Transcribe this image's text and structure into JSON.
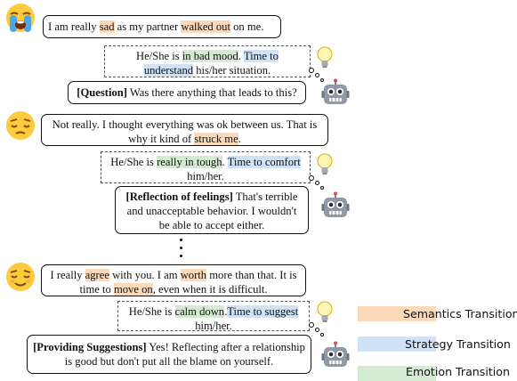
{
  "turns": {
    "u1": {
      "parts": [
        {
          "t": "I am really ",
          "h": ""
        },
        {
          "t": "sad",
          "h": "sem"
        },
        {
          "t": " as my partner ",
          "h": ""
        },
        {
          "t": "walked out",
          "h": "sem"
        },
        {
          "t": " on me.",
          "h": ""
        }
      ]
    },
    "th1": {
      "parts": [
        {
          "t": "He/She is ",
          "h": ""
        },
        {
          "t": "in bad mood",
          "h": "emo"
        },
        {
          "t": ". ",
          "h": ""
        },
        {
          "t": "Time to understand",
          "h": "str"
        },
        {
          "t": " his/her situation.",
          "h": ""
        }
      ]
    },
    "b1": {
      "strategy": "[Question]",
      "parts": [
        {
          "t": " Was there anything that leads to this?",
          "h": ""
        }
      ]
    },
    "u2": {
      "parts": [
        {
          "t": "Not really. I thought everything was ok between us. That is why it kind of ",
          "h": ""
        },
        {
          "t": "struck me",
          "h": "sem"
        },
        {
          "t": ".",
          "h": ""
        }
      ]
    },
    "th2": {
      "parts": [
        {
          "t": "He/She is ",
          "h": ""
        },
        {
          "t": "really in tough",
          "h": "emo"
        },
        {
          "t": ". ",
          "h": ""
        },
        {
          "t": "Time to comfort",
          "h": "str"
        },
        {
          "t": " him/her.",
          "h": ""
        }
      ]
    },
    "b2": {
      "strategy": "[Reflection of feelings]",
      "parts": [
        {
          "t": " That's terrible and unacceptable behavior. I wouldn't be able to accept either.",
          "h": ""
        }
      ]
    },
    "u3": {
      "parts": [
        {
          "t": "I really ",
          "h": ""
        },
        {
          "t": "agree",
          "h": "sem"
        },
        {
          "t": " with you. I am ",
          "h": ""
        },
        {
          "t": "worth",
          "h": "sem"
        },
        {
          "t": " more than that. It is time to ",
          "h": ""
        },
        {
          "t": "move on",
          "h": "sem"
        },
        {
          "t": ", even when it is difficult.",
          "h": ""
        }
      ]
    },
    "th3": {
      "parts": [
        {
          "t": "He/She is ",
          "h": ""
        },
        {
          "t": "calm down",
          "h": "emo"
        },
        {
          "t": ".",
          "h": ""
        },
        {
          "t": "Time to suggest",
          "h": "str"
        },
        {
          "t": " him/her.",
          "h": ""
        }
      ]
    },
    "b3": {
      "strategy": "[Providing Suggestions]",
      "parts": [
        {
          "t": " Yes! Reflecting after a relationship is good but don't put all the blame on yourself.",
          "h": ""
        }
      ]
    }
  },
  "legend": [
    {
      "label": "Semantics Transition",
      "color": "#fcd9b8"
    },
    {
      "label": "Strategy Transition",
      "color": "#cfe2f6"
    },
    {
      "label": "Emotion Transition",
      "color": "#d5ead2"
    }
  ],
  "icons": {
    "user_face_1": "crying-face-icon",
    "user_face_2": "pensive-face-icon",
    "user_face_3": "relieved-face-icon",
    "bot": "robot-icon",
    "thought": "lightbulb-icon"
  }
}
